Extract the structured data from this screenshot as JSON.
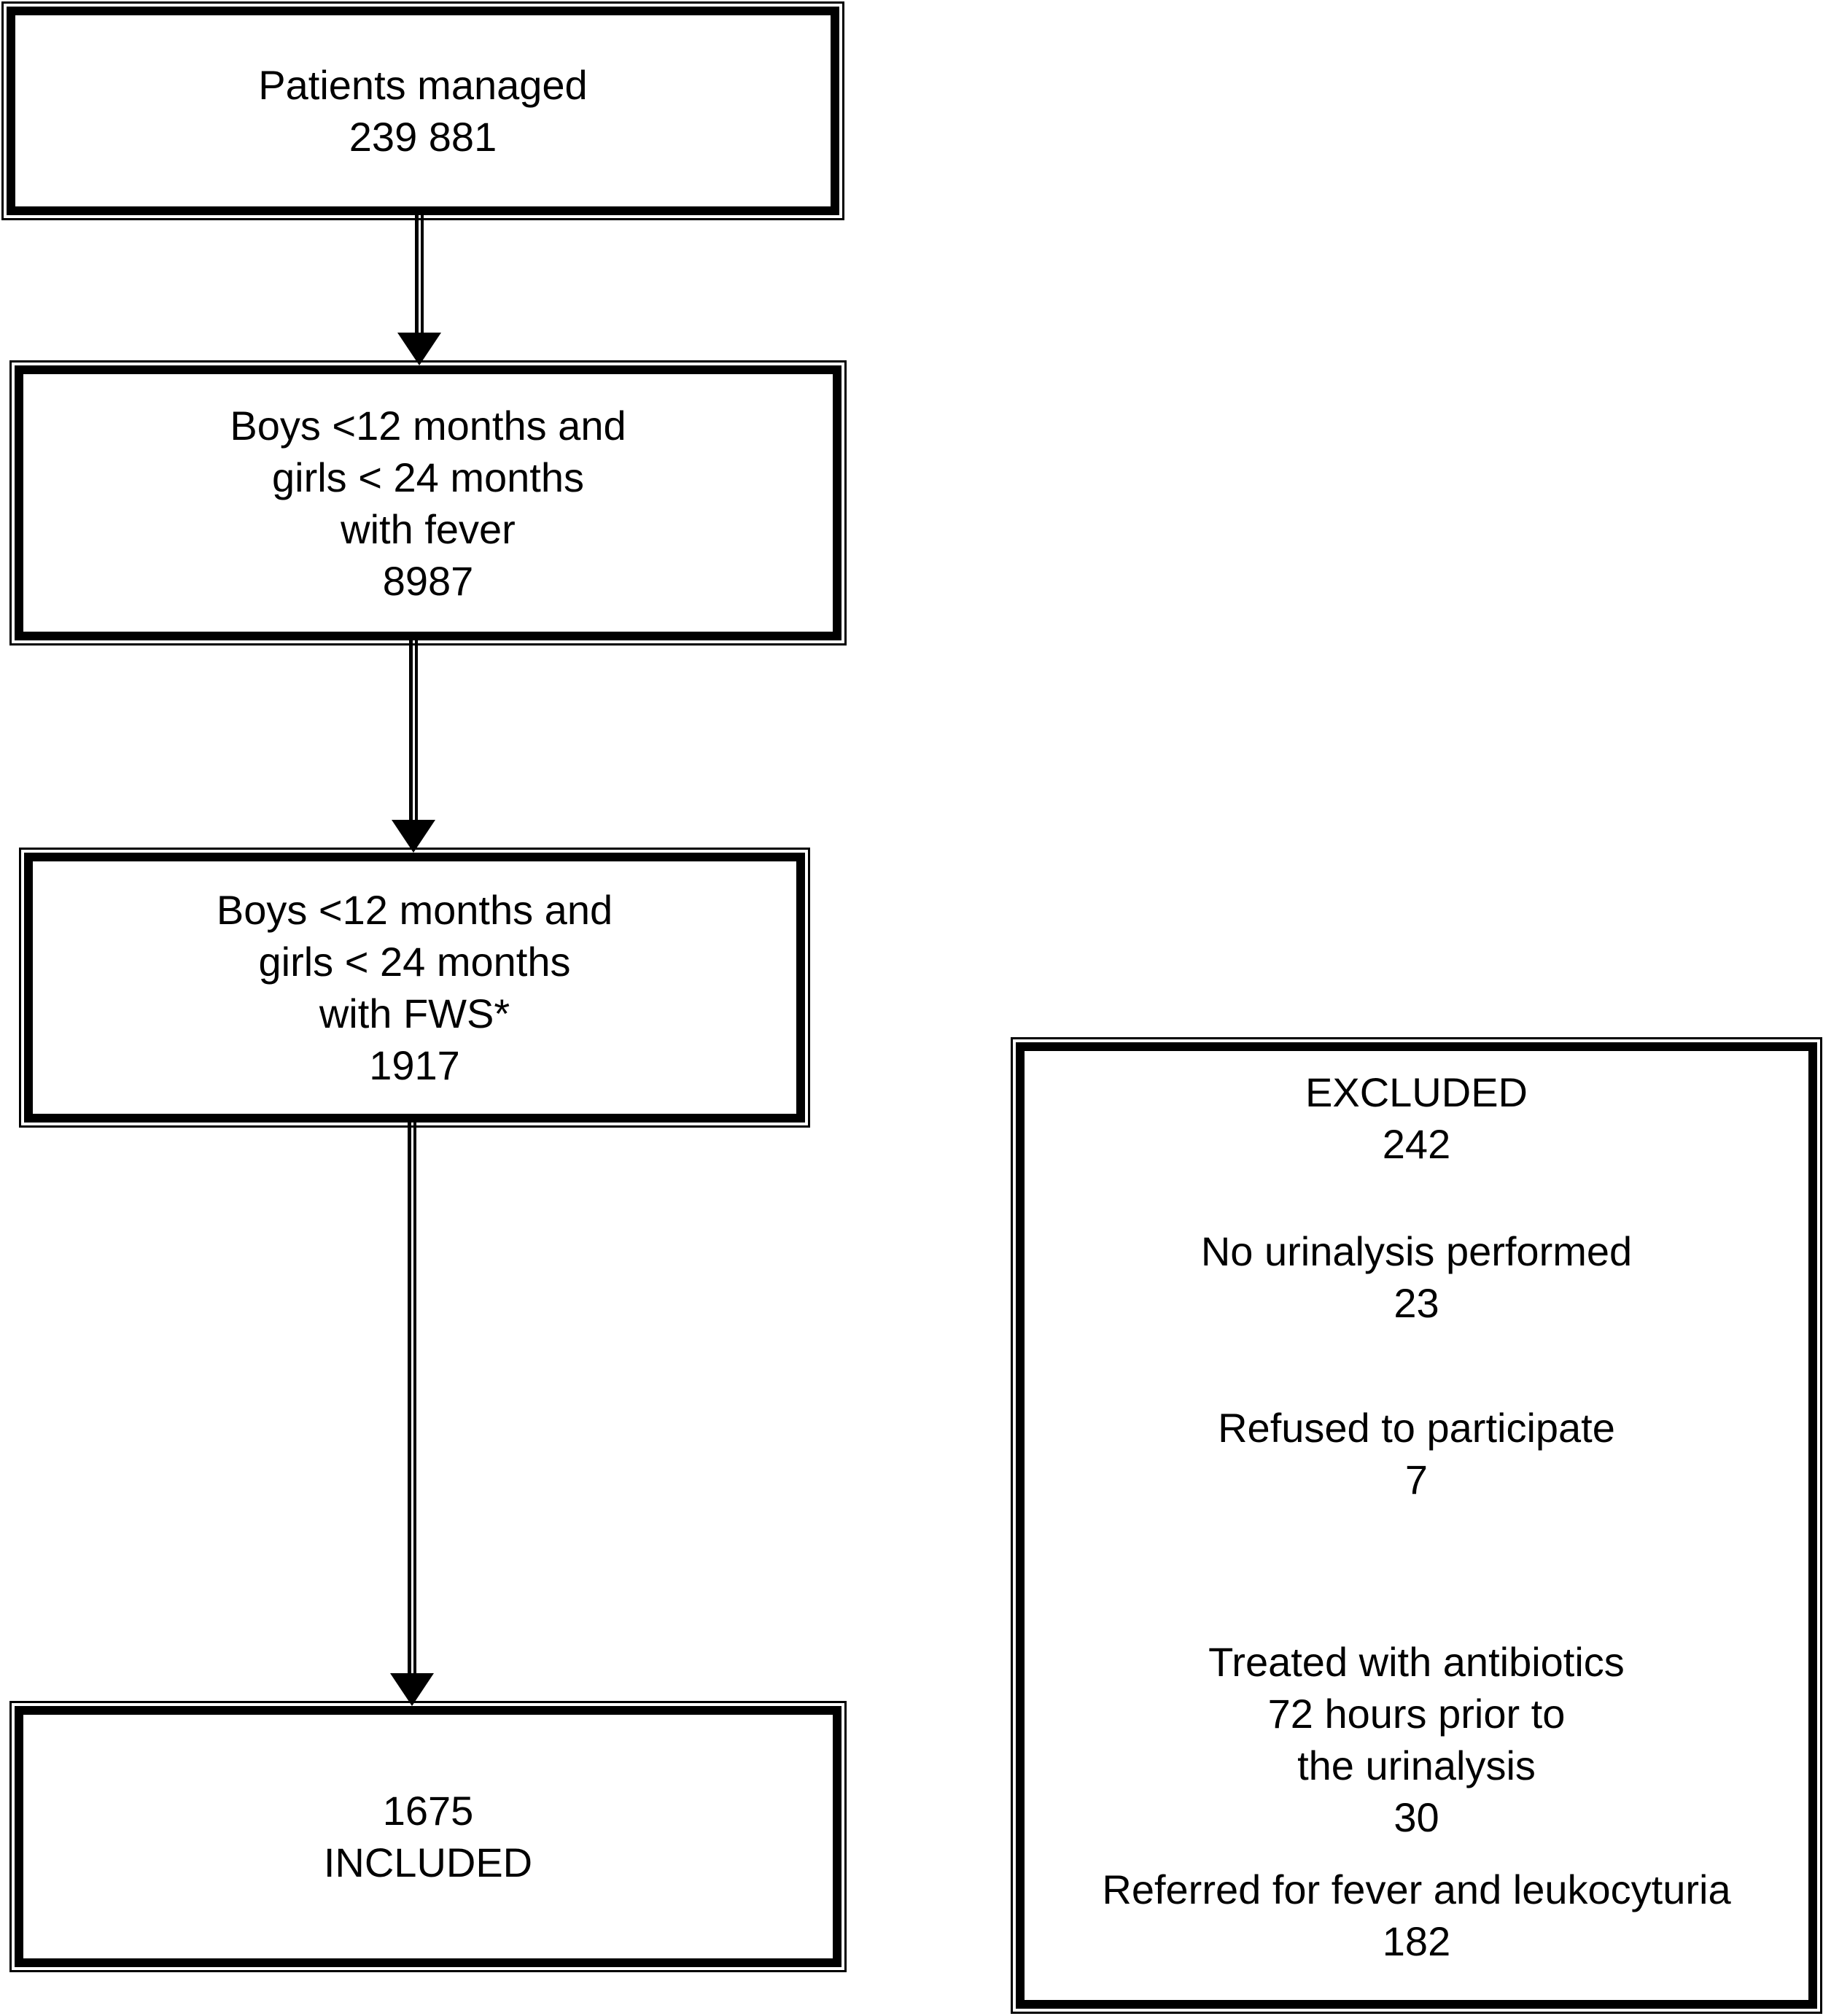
{
  "page": {
    "background_color": "#ffffff",
    "line_color": "#000000",
    "text_color": "#000000"
  },
  "flowchart": {
    "main_boxes": [
      {
        "id": "patients-managed",
        "lines": [
          "Patients managed",
          "239 881"
        ]
      },
      {
        "id": "fever",
        "lines": [
          "Boys <12 months and",
          "girls < 24 months",
          "with fever",
          "8987"
        ]
      },
      {
        "id": "fws",
        "lines": [
          "Boys <12 months and",
          "girls < 24 months",
          "with FWS*",
          "1917"
        ]
      },
      {
        "id": "included",
        "lines": [
          "1675",
          "INCLUDED"
        ]
      }
    ],
    "excluded_box": {
      "blocks": [
        {
          "lines": [
            "EXCLUDED",
            "242"
          ]
        },
        {
          "lines": [
            "No urinalysis performed",
            "23"
          ]
        },
        {
          "lines": [
            "Refused to participate",
            "7"
          ]
        },
        {
          "lines": [
            "Treated with antibiotics",
            "72 hours prior to",
            "the urinalysis",
            "30"
          ]
        },
        {
          "lines": [
            "Referred for fever and leukocyturia",
            "182"
          ]
        }
      ]
    }
  }
}
